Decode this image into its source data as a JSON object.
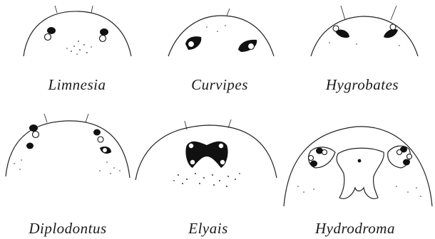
{
  "figures": [
    {
      "id": "limnesia",
      "label": "Limnesia"
    },
    {
      "id": "curvipes",
      "label": "Curvipes"
    },
    {
      "id": "hygrobates",
      "label": "Hygrobates"
    },
    {
      "id": "diplodontus",
      "label": "Diplodontus"
    },
    {
      "id": "elyais",
      "label": "Elyais"
    },
    {
      "id": "hydrodroma",
      "label": "Hydrodroma"
    }
  ]
}
